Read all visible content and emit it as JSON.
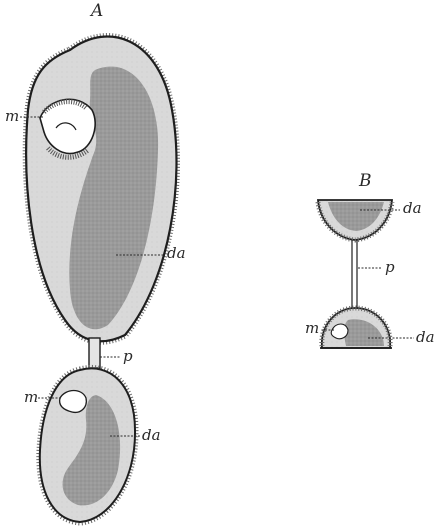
{
  "figure_a": {
    "letter": "A",
    "labels": {
      "m_upper": "m",
      "da_upper": "da",
      "p": "p",
      "m_lower": "m",
      "da_lower": "da"
    }
  },
  "figure_b": {
    "letter": "B",
    "labels": {
      "da_top": "da",
      "p": "p",
      "m": "m",
      "da_bottom": "da"
    }
  },
  "colors": {
    "ink": "#2a2a2a",
    "body_fill": "#d6d6d6",
    "dark_fill": "#9a9a9a",
    "background": "#ffffff"
  }
}
